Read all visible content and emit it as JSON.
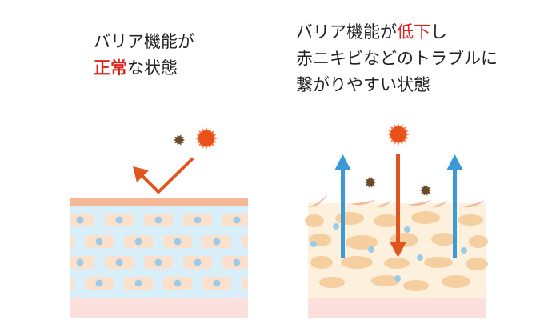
{
  "left_panel": {
    "title_line1": "バリア機能が",
    "title_line2_highlight": "正常",
    "title_line2_rest": "な状態"
  },
  "right_panel": {
    "title_line1_a": "バリア機能が",
    "title_line1_highlight": "低下",
    "title_line1_b": "し",
    "title_line2": "赤ニキビなどのトラブルに",
    "title_line3": "繋がりやすい状態"
  },
  "colors": {
    "highlight": "#e0221e",
    "sun": "#e8501c",
    "dust": "#6b4a2a",
    "moisture_arrow": "#3a9ad6",
    "uv_arrow": "#e0551e",
    "healthy_layer": "#d8eef8",
    "damaged_layer": "#fdf1de",
    "cell": "#f7d5b8",
    "dermis": "#fbe0dc"
  }
}
